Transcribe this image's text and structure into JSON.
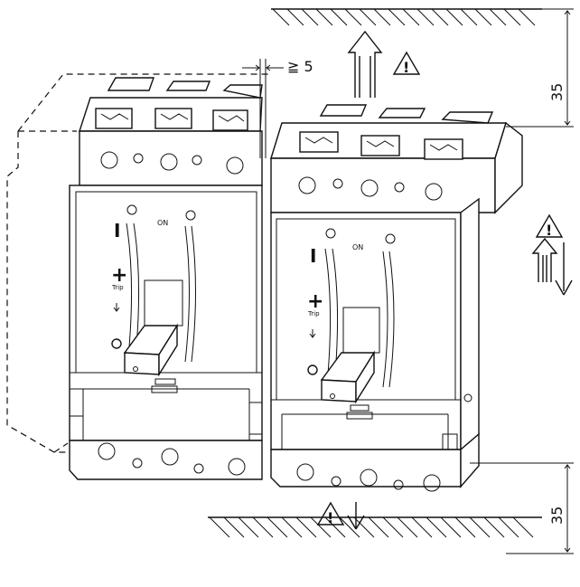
{
  "dimensions": {
    "spacing": "≧ 5",
    "top_clearance": "35",
    "bottom_clearance": "35"
  },
  "breaker_left": {
    "on_label": "ON",
    "on_symbol": "I",
    "trip_symbol": "+",
    "trip_label": "Trip",
    "off_symbol": "O"
  },
  "breaker_right": {
    "on_label": "ON",
    "on_symbol": "I",
    "trip_symbol": "+",
    "trip_label": "Trip",
    "off_symbol": "O"
  },
  "warning_symbol": "!",
  "icons": [
    "warning-triangle-icon",
    "double-arrow-up-icon",
    "arrow-down-icon",
    "up-down-arrows-icon"
  ]
}
